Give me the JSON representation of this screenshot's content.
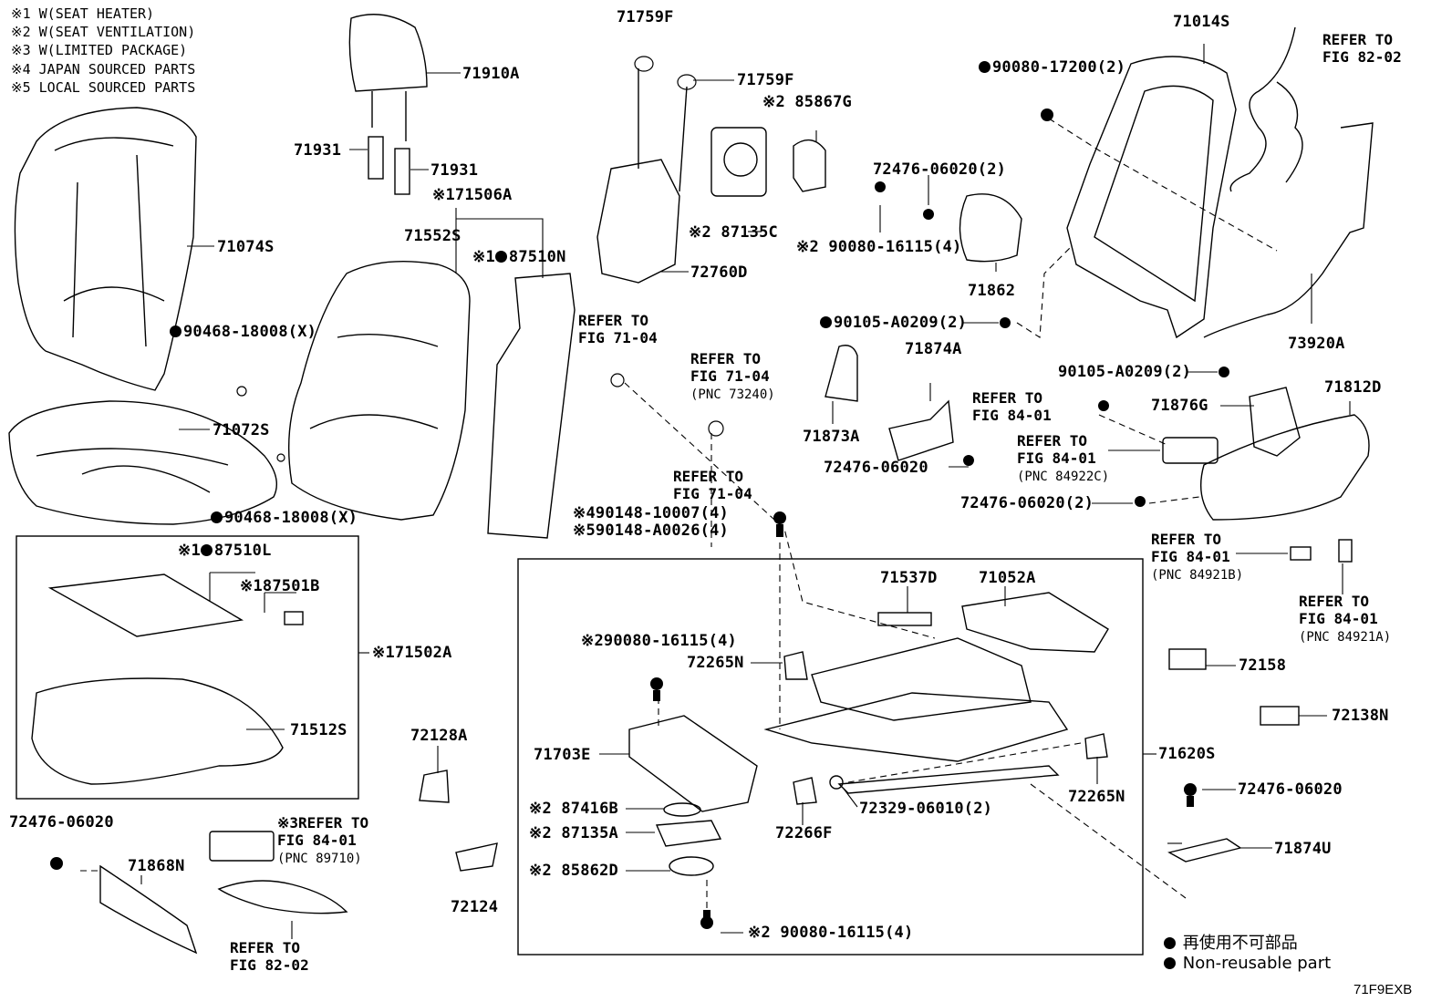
{
  "notes": [
    {
      "mark": "※1",
      "text": "W(SEAT HEATER)"
    },
    {
      "mark": "※2",
      "text": "W(SEAT VENTILATION)"
    },
    {
      "mark": "※3",
      "text": "W(LIMITED PACKAGE)"
    },
    {
      "mark": "※4",
      "text": "JAPAN SOURCED PARTS"
    },
    {
      "mark": "※5",
      "text": "LOCAL SOURCED PARTS"
    }
  ],
  "parts": {
    "p71910A": "71910A",
    "p71931a": "71931",
    "p71931b": "71931",
    "p71074S": "71074S",
    "p90468a": "90468-18008(X)",
    "p71072S": "71072S",
    "p90468b": "90468-18008(X)",
    "p71506A": "※171506A",
    "p71552S": "71552S",
    "p87510N": "87510N",
    "p71759Fa": "71759F",
    "p71759Fb": "71759F",
    "p85867G": "85867G",
    "p87135C": "87135C",
    "p72760D": "72760D",
    "p72476a": "72476-06020(2)",
    "p90080a": "90080-16115(4)",
    "p71862": "71862",
    "p71014S": "71014S",
    "p90080b": "90080-17200(2)",
    "p73920A": "73920A",
    "p90105a": "90105-A0209(2)",
    "p90105b": "90105-A0209(2)",
    "p71874A": "71874A",
    "p71873A": "71873A",
    "p72476b": "72476-06020",
    "p71876G": "71876G",
    "p71812D": "71812D",
    "p72476c": "72476-06020(2)",
    "p90148a": "90148-10007(4)",
    "p90148b": "90148-A0026(4)",
    "p87510L": "87510L",
    "p87501B": "87501B",
    "p71502A": "71502A",
    "p71512S": "71512S",
    "p72128A": "72128A",
    "p71537D": "71537D",
    "p71052A": "71052A",
    "p72265Na": "72265N",
    "p90080c": "90080-16115(4)",
    "p71703E": "71703E",
    "p87416B": "87416B",
    "p87135A": "87135A",
    "p85862D": "85862D",
    "p90080d": "90080-16115(4)",
    "p72266F": "72266F",
    "p72329": "72329-06010(2)",
    "p72265Nb": "72265N",
    "p71620S": "71620S",
    "p72158": "72158",
    "p72138N": "72138N",
    "p72476d": "72476-06020",
    "p71874U": "71874U",
    "p72476e": "72476-06020",
    "p71868N": "71868N",
    "p72124": "72124"
  },
  "refs": {
    "r82_02a": "REFER TO\nFIG 82-02",
    "r71_04a": "REFER TO\nFIG 71-04",
    "r71_04b": "REFER TO\nFIG 71-04",
    "r71_04b_pnc": "(PNC 73240)",
    "r71_04c": "REFER TO\nFIG 71-04",
    "r84_01a": "REFER TO\nFIG 84-01",
    "r84_01b": "REFER TO\nFIG 84-01",
    "r84_01b_pnc": "(PNC 84922C)",
    "r84_01c": "REFER TO\nFIG 84-01",
    "r84_01c_pnc": "(PNC 84921B)",
    "r84_01d": "REFER TO\nFIG 84-01",
    "r84_01d_pnc": "(PNC 84921A)",
    "r84_01e": "REFER TO\nFIG 84-01",
    "r84_01e_pnc": "(PNC 89710)",
    "r82_02b": "REFER TO\nFIG 82-02"
  },
  "marks": {
    "m1": "※1",
    "m2": "※2",
    "m3": "※3",
    "m4": "※4",
    "m5": "※5"
  },
  "legend": {
    "jp": "再使用不可部品",
    "en": "Non-reusable part"
  },
  "diagram_code": "71F9EXB"
}
